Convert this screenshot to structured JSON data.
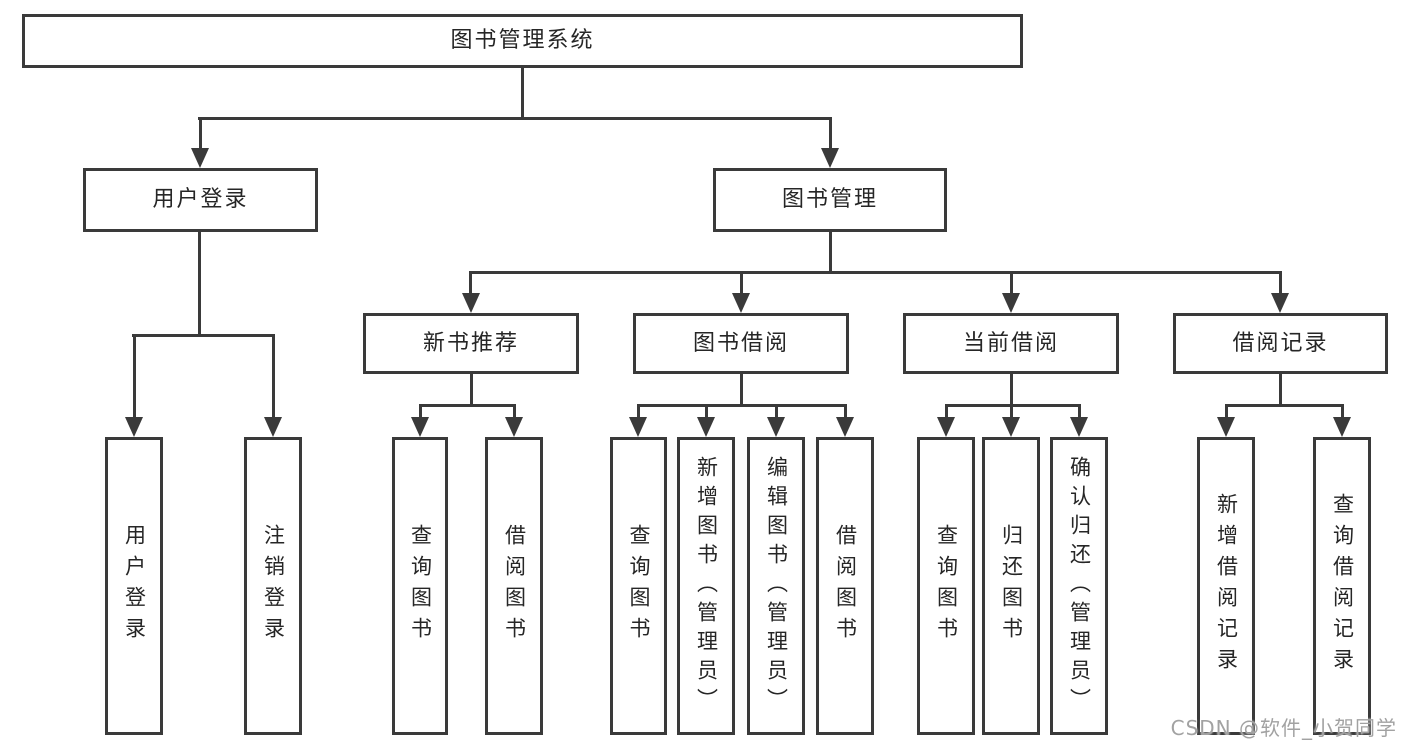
{
  "nodes": {
    "root": "图书管理系统",
    "user_login": "用户登录",
    "book_mgmt": "图书管理",
    "new_book_rec": "新书推荐",
    "book_borrow": "图书借阅",
    "current_borrow": "当前借阅",
    "borrow_records": "借阅记录",
    "leaf_user_login": "用户登录",
    "leaf_logout": "注销登录",
    "nbr_query_books": "查询图书",
    "nbr_borrow_books": "借阅图书",
    "bb_query_books": "查询图书",
    "bb_add_books": "新增图书（管理员）",
    "bb_edit_books": "编辑图书（管理员）",
    "bb_borrow_books": "借阅图书",
    "cb_query_books": "查询图书",
    "cb_return_books": "归还图书",
    "cb_confirm_return": "确认归还（管理员）",
    "br_add_record": "新增借阅记录",
    "br_query_record": "查询借阅记录"
  },
  "watermark": {
    "text": "CSDN @软件_小贺同学"
  },
  "colors": {
    "line": "#3a3a3a",
    "text": "#262626",
    "watermark": "#a2a2a2",
    "background": "#ffffff"
  }
}
